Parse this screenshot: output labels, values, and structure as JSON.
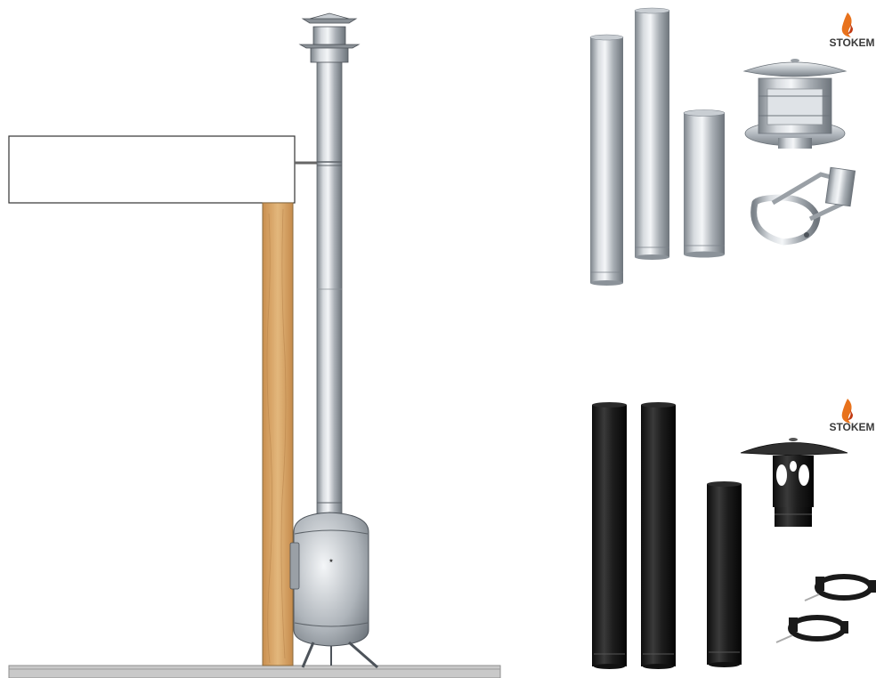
{
  "brand": {
    "name": "STOKEM",
    "accent": "#e8721c",
    "accent_dark": "#c23a12"
  },
  "palette": {
    "steel_light": "#e9ecef",
    "steel_mid": "#b8bec4",
    "steel_dark": "#6f767d",
    "black_pipe": "#1c1c1c",
    "wood": "#d9a86a",
    "ground": "#c9c9c9"
  },
  "sections": {
    "installation": {
      "components": [
        "roof-block",
        "wooden-wall",
        "wall-bracket",
        "chimney-pipe",
        "rain-cap",
        "stove",
        "ground"
      ]
    },
    "stainless_kit": {
      "components": [
        "pipe",
        "pipe",
        "pipe",
        "rain-cap",
        "wall-bracket"
      ]
    },
    "black_kit": {
      "components": [
        "pipe",
        "pipe",
        "pipe",
        "rain-cap",
        "pipe-clamp",
        "pipe-clamp"
      ]
    }
  }
}
